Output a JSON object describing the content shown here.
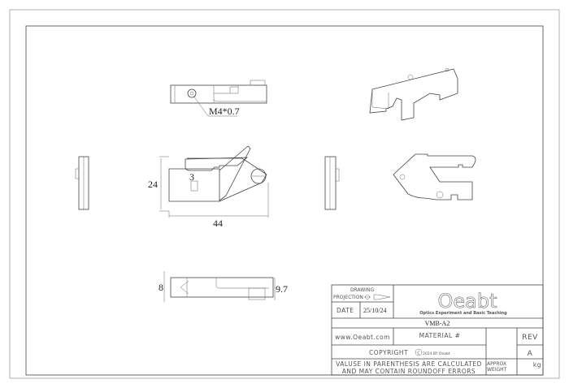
{
  "dimensions": {
    "thread": "M4*0.7",
    "height": "24",
    "slot": "3",
    "length": "44",
    "thickness": "8",
    "depth": "9.7"
  },
  "title_block": {
    "drawing_label": "DRAWING",
    "projection_label": "PROJECTION",
    "date_label": "DATE",
    "date_value": "25/10/24",
    "logo_text": "Oeabt",
    "logo_tagline": "Optics Experiment and Basic Teaching",
    "part_number": "VMB-A2",
    "website": "www.Oeabt.com",
    "material_label": "MATERIAL #",
    "rev_label": "REV",
    "rev_value": "A",
    "copyright_label": "COPYRIGHT",
    "copyright_detail": "2024 BY Oeabt",
    "note_line1": "VALUSE IN PARENTHESIS ARE CALCULATED",
    "note_line2": "AND MAY CONTAIN ROUNDOFF ERRORS",
    "approx_label": "APPROX",
    "weight_label": "WEIGHT",
    "weight_unit": "kg"
  }
}
